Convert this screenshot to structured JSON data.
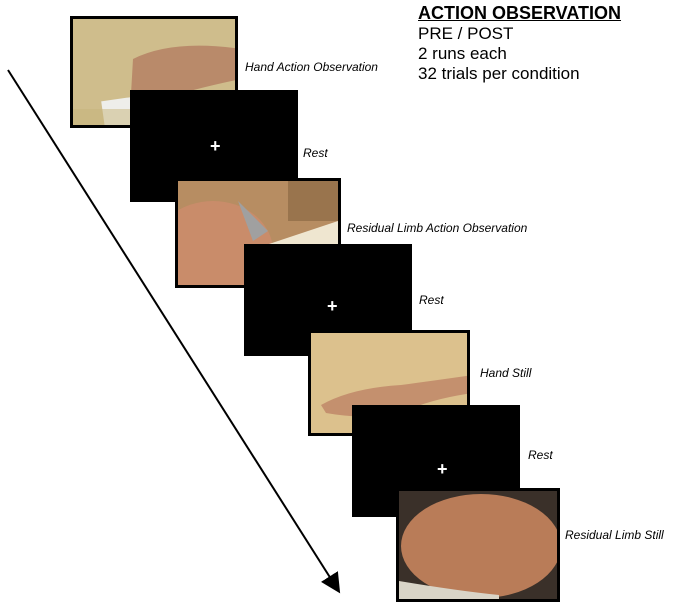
{
  "header": {
    "title": "ACTION OBSERVATION",
    "lines": [
      "PRE  / POST",
      "2 runs each",
      "32 trials per condition"
    ]
  },
  "trials": [
    {
      "label": "Hand Action Observation",
      "kind": "photo"
    },
    {
      "label": "Rest",
      "kind": "rest",
      "symbol": "+"
    },
    {
      "label": "Residual Limb Action Observation",
      "kind": "photo"
    },
    {
      "label": "Rest",
      "kind": "rest",
      "symbol": "+"
    },
    {
      "label": "Hand Still",
      "kind": "photo"
    },
    {
      "label": "Rest",
      "kind": "rest",
      "symbol": "+"
    },
    {
      "label": "Residual Limb Still",
      "kind": "photo"
    }
  ],
  "colors": {
    "frame_border": "#000000",
    "rest_background": "#000000",
    "fixation_cross": "#ffffff",
    "arrow": "#000000"
  }
}
